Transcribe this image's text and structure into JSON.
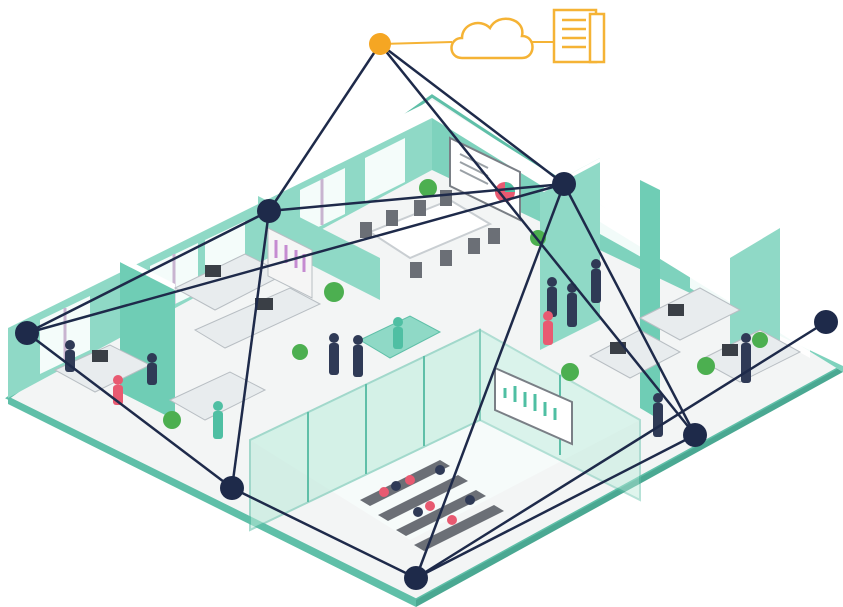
{
  "colors": {
    "network_line": "#1e2a4a",
    "node_fill": "#1e2a4a",
    "gateway_node": "#f5a623",
    "cloud_stroke": "#f5b335",
    "server_stroke": "#f5b335",
    "floor": "#f3f5f5",
    "wall_mint": "#8fd9c6",
    "wall_dark_mint": "#5fbfa8",
    "wall_top": "#ffffff",
    "glass": "#b9ead9",
    "desk": "#e8ecee",
    "chair": "#6b6f76",
    "plant": "#4caf50"
  },
  "icons": {
    "gateway": "gateway-node-icon",
    "cloud": "cloud-icon",
    "server": "server-document-icon"
  },
  "network": {
    "nodes": [
      {
        "id": "gw",
        "kind": "gateway"
      },
      {
        "id": "n1",
        "kind": "device"
      },
      {
        "id": "n2",
        "kind": "device"
      },
      {
        "id": "n3",
        "kind": "device"
      },
      {
        "id": "n4",
        "kind": "device"
      },
      {
        "id": "n5",
        "kind": "device"
      },
      {
        "id": "n6",
        "kind": "device"
      },
      {
        "id": "n7",
        "kind": "device"
      }
    ],
    "links": [
      [
        "gw",
        "n1"
      ],
      [
        "gw",
        "n2"
      ],
      [
        "gw",
        "n6"
      ],
      [
        "n1",
        "n2"
      ],
      [
        "n1",
        "n3"
      ],
      [
        "n1",
        "n4"
      ],
      [
        "n2",
        "n6"
      ],
      [
        "n2",
        "n5"
      ],
      [
        "n3",
        "n4"
      ],
      [
        "n4",
        "n5"
      ],
      [
        "n5",
        "n7"
      ],
      [
        "n6",
        "n5"
      ],
      [
        "n3",
        "n2"
      ]
    ]
  }
}
